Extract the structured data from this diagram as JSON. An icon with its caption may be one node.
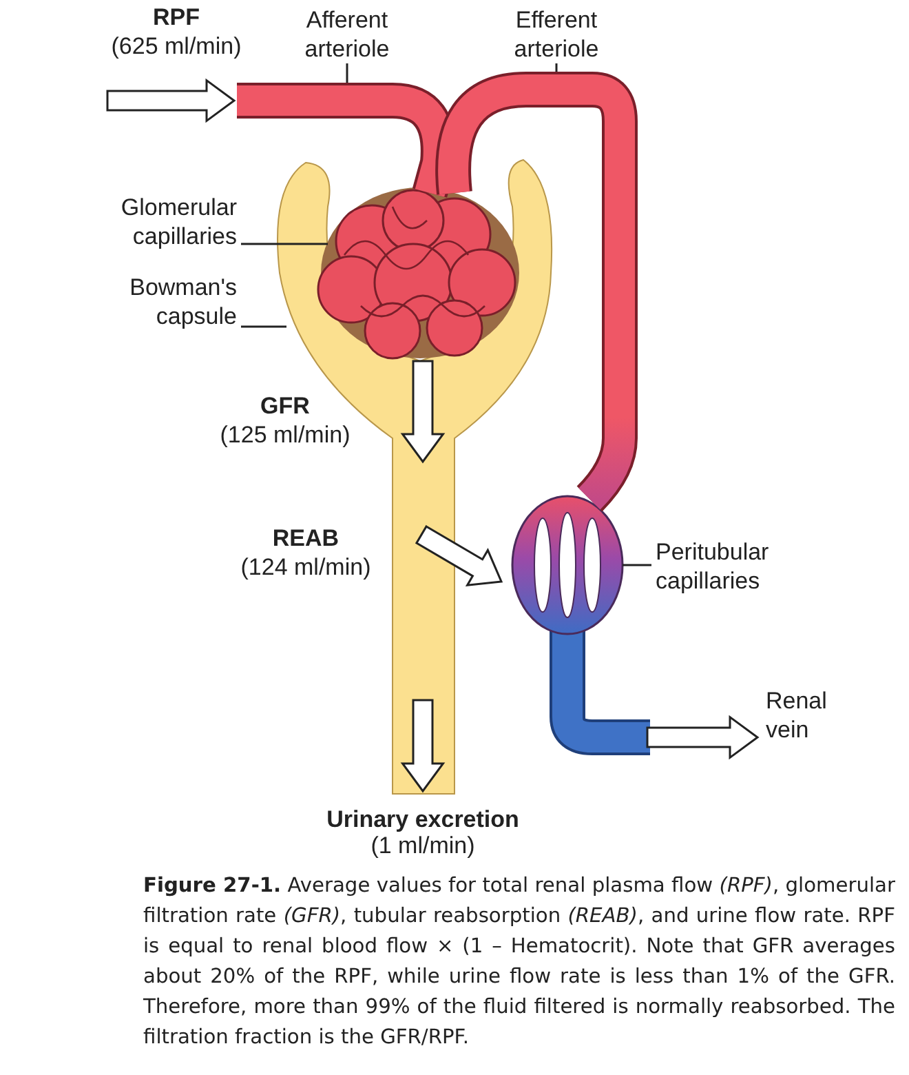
{
  "diagram": {
    "caption": "**Figure 27-1.** Average values for total renal plasma flow *(RPF)*, glomerular filtration rate *(GFR)*, tubular reabsorption *(REAB)*, and urine flow rate. RPF is equal to renal blood flow × (1 – Hematocrit). Note that GFR averages about 20% of the RPF, while urine flow rate is less than 1% of the GFR. Therefore, more than 99% of the fluid filtered is normally reabsorbed. The filtration fraction is the GFR/RPF.",
    "nodes": [
      {
        "text": [
          "Afferent arteriole"
        ]
      },
      {
        "text": [
          "Efferent arteriole"
        ]
      },
      {
        "text": [
          "Glomerular capillaries"
        ]
      },
      {
        "text": [
          "Bowman's capsule"
        ]
      },
      {
        "text": [
          "Peritubular capillaries"
        ]
      },
      {
        "text": [],
        "shape": "picture"
      },
      {
        "text": [],
        "shape": "picture"
      },
      {
        "text": [],
        "shape": "picture"
      },
      {
        "text": [],
        "shape": "picture"
      },
      {
        "text": [],
        "shape": "picture"
      }
    ],
    "edges": [
      {
        "from": 0,
        "to": 5,
        "arrow": "none"
      },
      {
        "from": 1,
        "to": 6,
        "arrow": "none"
      },
      {
        "from": 2,
        "to": 7,
        "arrow": "none"
      },
      {
        "from": 3,
        "to": 8,
        "arrow": "none"
      },
      {
        "from": 4,
        "to": 9,
        "arrow": "none"
      },
      {
        "from": 7,
        "to": 8,
        "arrow": "to"
      },
      {
        "from": 8,
        "to": 9,
        "arrow": "to"
      },
      {
        "from": null,
        "to": 5,
        "arrow": "to"
      }
    ],
    "labels": [
      "RPF",
      "(625 ml/min)",
      "GFR",
      "(125 ml/min)",
      "REAB",
      "(124 ml/min)",
      "Renal vein",
      "Urinary excretion",
      "(1 ml/min)"
    ]
  }
}
